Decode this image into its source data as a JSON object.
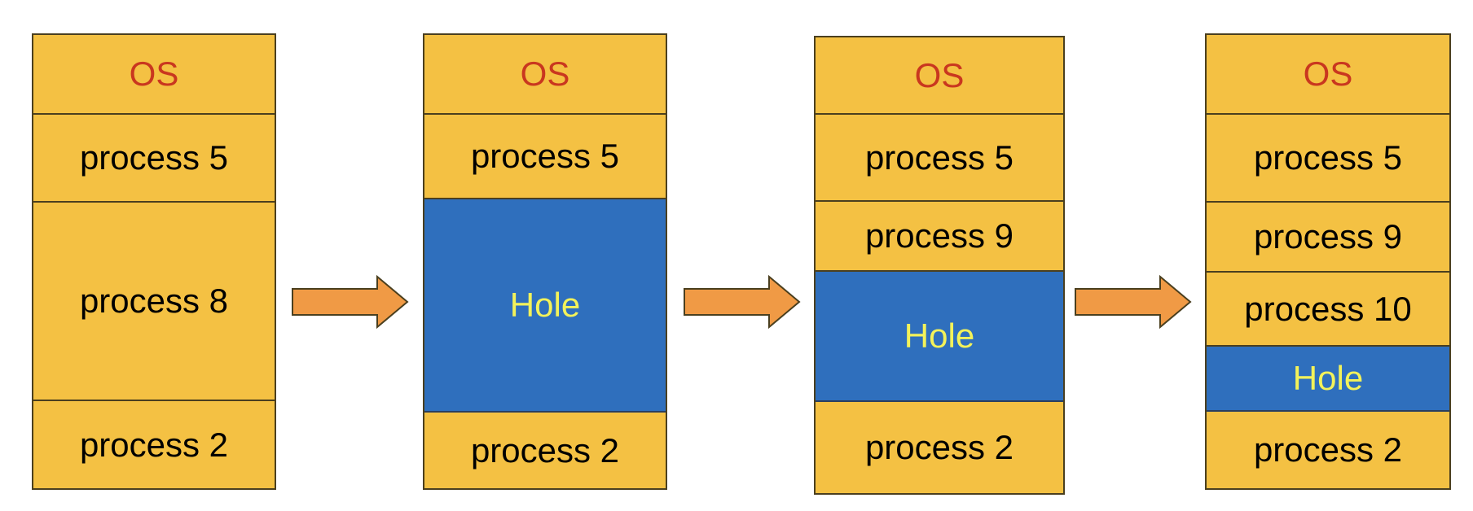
{
  "colors": {
    "block_fill": "#f4c143",
    "hole_fill": "#2f6fbd",
    "os_text": "#c9371f",
    "hole_text": "#f3f25a",
    "arrow_fill": "#f09a45",
    "border": "#4a3f1f"
  },
  "columns": [
    {
      "blocks": [
        {
          "label": "OS",
          "kind": "os"
        },
        {
          "label": "process 5",
          "kind": "process"
        },
        {
          "label": "process 8",
          "kind": "process"
        },
        {
          "label": "process 2",
          "kind": "process"
        }
      ]
    },
    {
      "blocks": [
        {
          "label": "OS",
          "kind": "os"
        },
        {
          "label": "process 5",
          "kind": "process"
        },
        {
          "label": "Hole",
          "kind": "hole"
        },
        {
          "label": "process 2",
          "kind": "process"
        }
      ]
    },
    {
      "blocks": [
        {
          "label": "OS",
          "kind": "os"
        },
        {
          "label": "process 5",
          "kind": "process"
        },
        {
          "label": "process 9",
          "kind": "process"
        },
        {
          "label": "Hole",
          "kind": "hole"
        },
        {
          "label": "process 2",
          "kind": "process"
        }
      ]
    },
    {
      "blocks": [
        {
          "label": "OS",
          "kind": "os"
        },
        {
          "label": "process 5",
          "kind": "process"
        },
        {
          "label": "process 9",
          "kind": "process"
        },
        {
          "label": "process 10",
          "kind": "process"
        },
        {
          "label": "Hole",
          "kind": "hole"
        },
        {
          "label": "process 2",
          "kind": "process"
        }
      ]
    }
  ],
  "arrows": [
    {
      "icon": "right-arrow-icon"
    },
    {
      "icon": "right-arrow-icon"
    },
    {
      "icon": "right-arrow-icon"
    }
  ]
}
